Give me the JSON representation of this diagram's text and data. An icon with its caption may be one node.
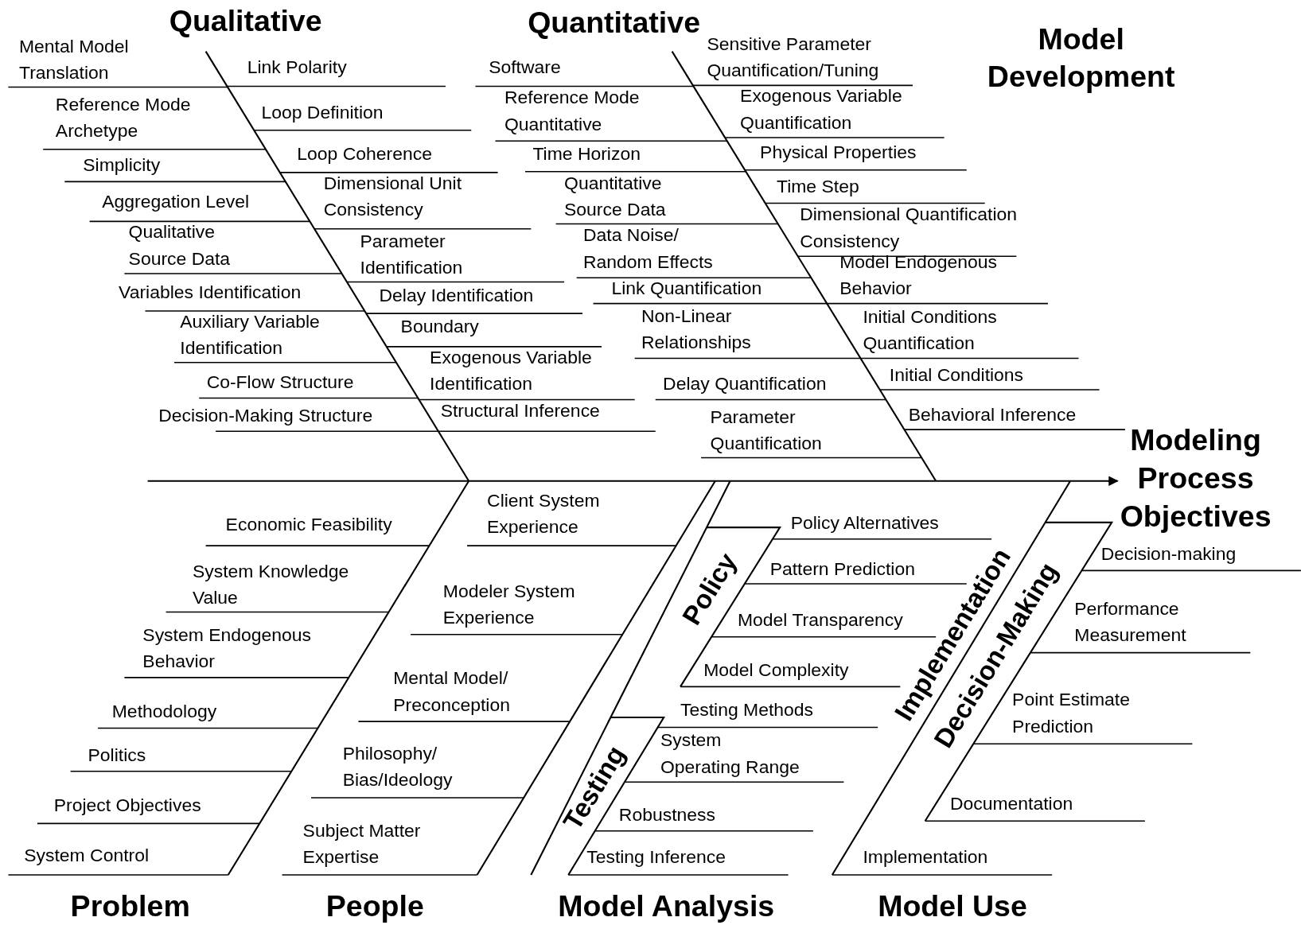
{
  "diagram": {
    "nodes": [
      {
        "text": [
          "Qualitative"
        ]
      },
      {
        "text": [
          "Quantitative"
        ]
      },
      {
        "text": [
          "Modeling Process Objectives"
        ]
      },
      {
        "text": [
          "Problem"
        ]
      },
      {
        "text": [
          "People"
        ]
      },
      {
        "text": [
          "Model Analysis"
        ]
      },
      {
        "text": [
          "Model Use"
        ]
      }
    ],
    "edges": [
      {
        "from": 0,
        "to": 2,
        "arrow": "to"
      },
      {
        "from": 1,
        "to": 2,
        "arrow": "to"
      },
      {
        "from": 3,
        "to": 2,
        "arrow": "to"
      },
      {
        "from": 4,
        "to": 2,
        "arrow": "to"
      },
      {
        "from": 5,
        "to": 2,
        "arrow": "to"
      },
      {
        "from": 6,
        "to": 2,
        "arrow": "to"
      }
    ],
    "labels": [
      "Model Development",
      "Mental Model Translation",
      "Reference Mode Archetype",
      "Simplicity",
      "Aggregation Level",
      "Qualitative Source Data",
      "Variables Identification",
      "Auxiliary Variable Identification",
      "Co-Flow Structure",
      "Decision-Making Structure",
      "Link Polarity",
      "Loop Definition",
      "Loop Coherence",
      "Dimensional Unit Consistency",
      "Parameter Identification",
      "Delay Identification",
      "Boundary",
      "Exogenous Variable Identification",
      "Structural Inference",
      "Software",
      "Reference Mode Quantitative",
      "Time Horizon",
      "Quantitative Source Data",
      "Data Noise/ Random Effects",
      "Link Quantification",
      "Non-Linear Relationships",
      "Delay Quantification",
      "Parameter Quantification",
      "Sensitive Parameter Quantification/Tuning",
      "Exogenous Variable Quantification",
      "Physical Properties",
      "Time Step",
      "Dimensional Quantification Consistency",
      "Model Endogenous Behavior",
      "Initial Conditions Quantification",
      "Initial Conditions",
      "Behavioral Inference",
      "Economic Feasibility",
      "System Knowledge Value",
      "System Endogenous Behavior",
      "Methodology",
      "Politics",
      "Project Objectives",
      "System Control",
      "Client System Experience",
      "Modeler System Experience",
      "Mental Model/ Preconception",
      "Philosophy/ Bias/Ideology",
      "Subject Matter Expertise",
      "Policy Alternatives",
      "Pattern Prediction",
      "Model Transparency",
      "Model Complexity",
      "Testing Methods",
      "System Operating Range",
      "Robustness",
      "Testing Inference",
      "Implementation",
      "Decision-making",
      "Performance Measurement",
      "Point Estimate Prediction",
      "Documentation",
      "Implementation",
      "Policy",
      "Testing",
      "Decision-Making"
    ]
  }
}
